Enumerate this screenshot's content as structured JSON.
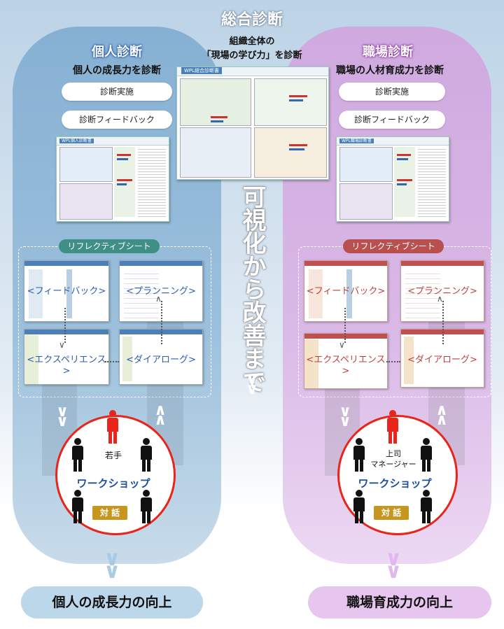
{
  "center": {
    "title": "総合診断",
    "desc_line1": "組織全体の",
    "desc_line2": "「現場の学び力」を診断",
    "doc_title": "WPL総合診断書",
    "vertical": "可視化から改善まで"
  },
  "left": {
    "title": "個人診断",
    "subtitle": "個人の成長力を診断",
    "btn1": "診断実施",
    "btn2": "診断フィードバック",
    "doc_title": "WPL個人診断書",
    "sheet_tag": "リフレクティブシート",
    "s1": "<フィードバック>",
    "s2": "<プランニング>",
    "s3": "<エクスペリエンス>",
    "s4": "<ダイアローグ>",
    "ws": "ワークショップ",
    "person_label": "若手",
    "dialog": "対 話",
    "result": "個人の成長力の向上"
  },
  "right": {
    "title": "職場診断",
    "subtitle": "職場の人材育成力を診断",
    "btn1": "診断実施",
    "btn2": "診断フィードバック",
    "doc_title": "WPL職場診断書",
    "sheet_tag": "リフレクティブシート",
    "s1": "<フィードバック>",
    "s2": "<プランニング>",
    "s3": "<エクスペリエンス>",
    "s4": "<ダイアローグ>",
    "ws": "ワークショップ",
    "person_label1": "上司",
    "person_label2": "マネージャー",
    "dialog": "対 話",
    "result": "職場育成力の向上"
  },
  "colors": {
    "left_pill": "#8db3d3",
    "right_pill": "#d3b3e0",
    "left_title": "#1d4fa2",
    "right_title": "#8a2aa0",
    "red": "#e8251a",
    "ws_blue": "#1d4fa2",
    "dialog_gold": "#c7961e"
  }
}
